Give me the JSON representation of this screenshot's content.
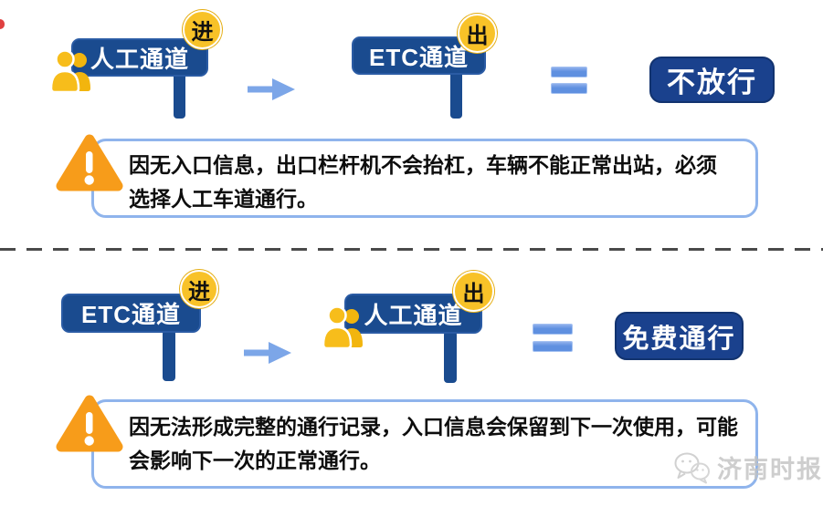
{
  "flow_top": {
    "from_sign": {
      "label": "人工通道",
      "badge": "进"
    },
    "to_sign": {
      "label": "ETC通道",
      "badge": "出"
    },
    "result": "不放行",
    "warning_line1": "因无入口信息，出口栏杆机不会抬杠，车辆不能正常出站，必须",
    "warning_line2": "选择人工车道通行。"
  },
  "flow_bottom": {
    "from_sign": {
      "label": "ETC通道",
      "badge": "进"
    },
    "to_sign": {
      "label": "人工通道",
      "badge": "出"
    },
    "result": "免费通行",
    "warning_line1": "因无法形成完整的通行记录，入口信息会保留到下一次使用，可能",
    "warning_line2": "会影响下一次的正常通行。"
  },
  "watermark": {
    "source": "济南时报"
  },
  "colors": {
    "sign_blue": "#1a4b8f",
    "badge_yellow": "#f8c228",
    "arrow_blue": "#7ca6e8",
    "equals_blue": "#5f90e0",
    "result_navy": "#1a418d",
    "warning_orange": "#f79c1a",
    "box_border_blue": "#8fb4ec",
    "divider_gray": "#4a4a4a",
    "watermark_gray": "#c2c2c2"
  }
}
